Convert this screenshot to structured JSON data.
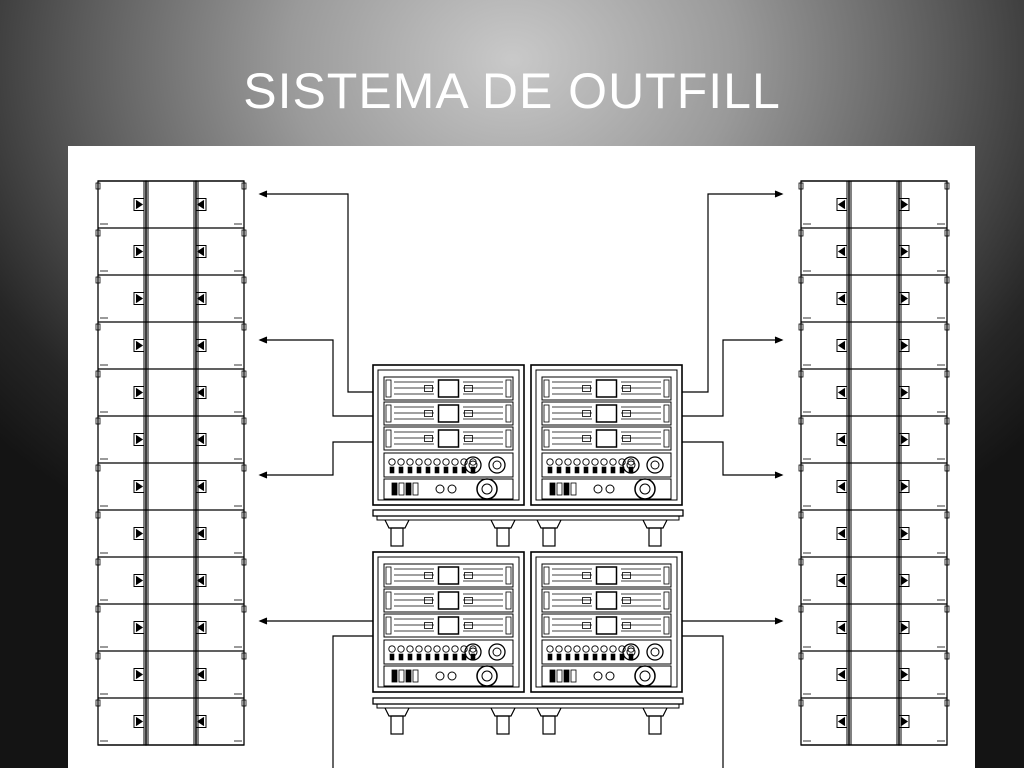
{
  "slide": {
    "title": "SISTEMA DE OUTFILL"
  },
  "diagram": {
    "array_cabinets_per_column": 12,
    "rack_units": 4,
    "colors": {
      "line": "#000000",
      "paper": "#ffffff"
    }
  }
}
